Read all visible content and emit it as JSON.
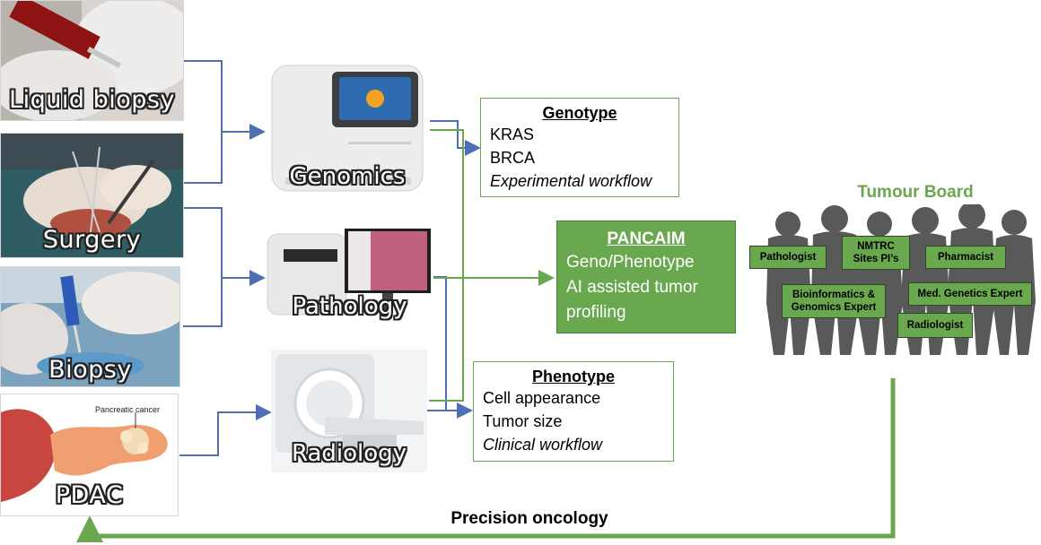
{
  "sources": [
    {
      "label": "Liquid biopsy"
    },
    {
      "label": "Surgery"
    },
    {
      "label": "Biopsy"
    },
    {
      "label": "PDAC",
      "caption": "Pancreatic cancer"
    }
  ],
  "devices": [
    {
      "label": "Genomics"
    },
    {
      "label": "Pathology"
    },
    {
      "label": "Radiology"
    }
  ],
  "genotype": {
    "title": "Genotype",
    "lines": [
      "KRAS",
      "BRCA"
    ],
    "italic_line": "Experimental workflow"
  },
  "phenotype": {
    "title": "Phenotype",
    "lines": [
      "Cell appearance",
      "Tumor size"
    ],
    "italic_line": "Clinical workflow"
  },
  "pancaim": {
    "title": "PANCAIM",
    "lines": [
      "Geno/Phenotype",
      "AI assisted tumor",
      "profiling"
    ]
  },
  "tumour_board": {
    "title": "Tumour Board",
    "roles": [
      "Pathologist",
      "NMTRC Sites PI’s",
      "Pharmacist",
      "Bioinformatics & Genomics Expert",
      "Med. Genetics Expert",
      "Radiologist"
    ]
  },
  "footer": {
    "label": "Precision oncology"
  },
  "colors": {
    "green": "#6aa84f",
    "green_text": "#6aa84f",
    "blue_arrow": "#4f6fb4",
    "silhouette": "#595959"
  }
}
